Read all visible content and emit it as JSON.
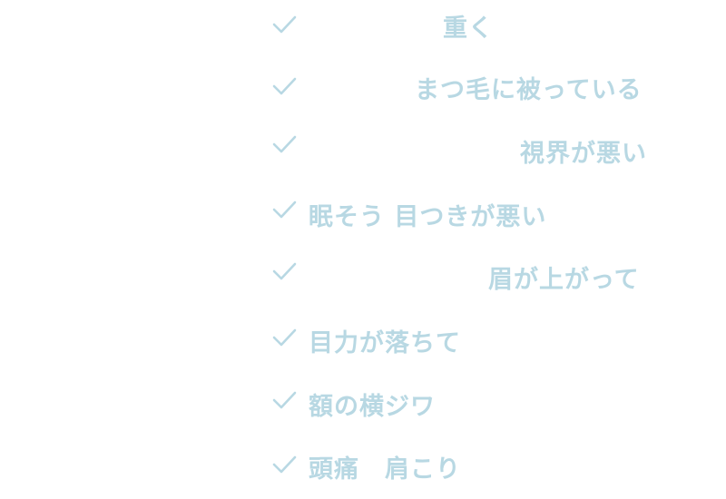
{
  "accent_color": "#b8d8e3",
  "items": [
    {
      "icon": "checkmark-icon",
      "label": "重く"
    },
    {
      "icon": "checkmark-icon",
      "label": "まつ毛に被っている"
    },
    {
      "icon": "checkmark-icon",
      "label": "視界が悪い"
    },
    {
      "icon": "checkmark-icon",
      "label": "眠そう 目つきが悪い"
    },
    {
      "icon": "checkmark-icon",
      "label": "眉が上がって"
    },
    {
      "icon": "checkmark-icon",
      "label": "目力が落ちて"
    },
    {
      "icon": "checkmark-icon",
      "label": "額の横ジワ"
    },
    {
      "icon": "checkmark-icon",
      "label": "頭痛　肩こり"
    }
  ]
}
